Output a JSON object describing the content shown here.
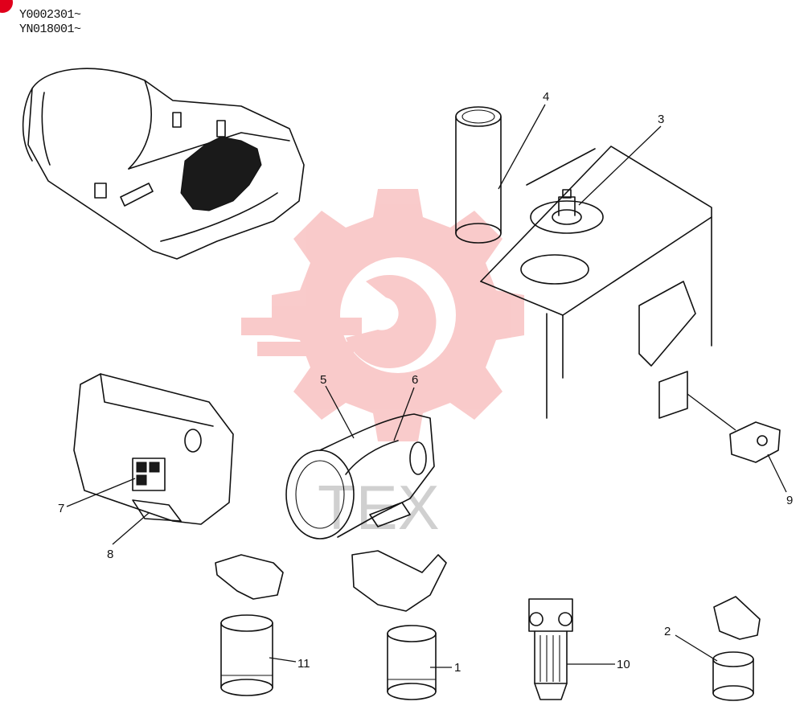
{
  "header": {
    "serial_lines": [
      "Y0002301~",
      "YN018001~"
    ]
  },
  "watermark": {
    "text": "TEX",
    "color": "#f08a8a"
  },
  "accent_color": "#e0001b",
  "callouts": [
    {
      "id": "1",
      "label": "1"
    },
    {
      "id": "2",
      "label": "2"
    },
    {
      "id": "3",
      "label": "3"
    },
    {
      "id": "4",
      "label": "4"
    },
    {
      "id": "5",
      "label": "5"
    },
    {
      "id": "6",
      "label": "6"
    },
    {
      "id": "7",
      "label": "7"
    },
    {
      "id": "8",
      "label": "8"
    },
    {
      "id": "9",
      "label": "9"
    },
    {
      "id": "10",
      "label": "10"
    },
    {
      "id": "11",
      "label": "11"
    }
  ]
}
